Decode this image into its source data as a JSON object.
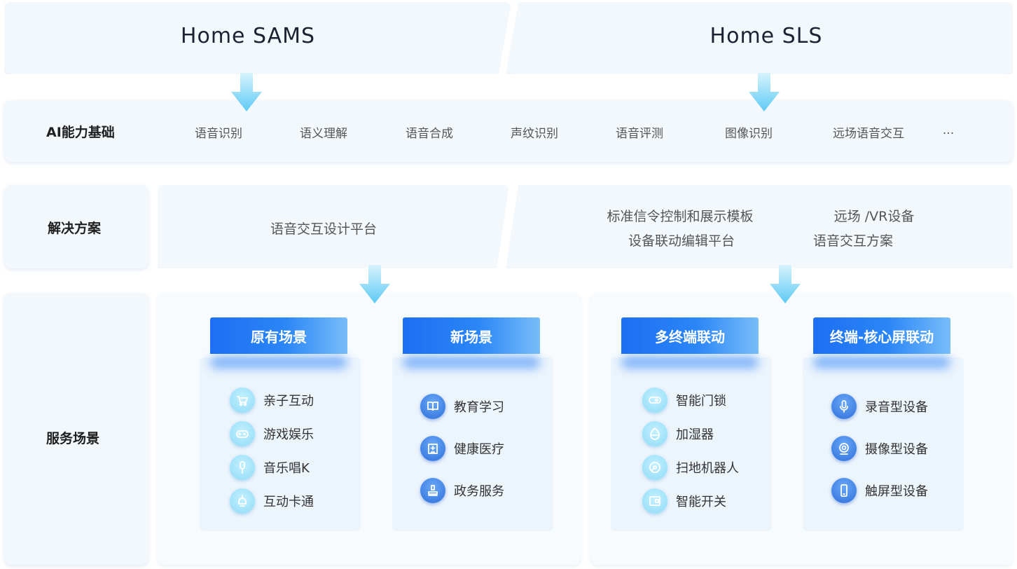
{
  "header": {
    "left_title": "Home SAMS",
    "right_title": "Home SLS"
  },
  "rows": {
    "ai_label": "AI能力基础",
    "solution_label": "解决方案",
    "service_label": "服务场景"
  },
  "ai_capabilities": [
    "语音识别",
    "语义理解",
    "语音合成",
    "声纹识别",
    "语音评测",
    "图像识别",
    "远场语音交互",
    "..."
  ],
  "solutions": {
    "left": "语音交互设计平台",
    "right": [
      "标准信令控制和展示模板",
      "远场 /VR设备",
      "设备联动编辑平台",
      "语音交互方案"
    ]
  },
  "cards": [
    {
      "title": "原有场景",
      "items": [
        {
          "label": "亲子互动",
          "icon": "stroller-icon"
        },
        {
          "label": "游戏娱乐",
          "icon": "gamepad-icon"
        },
        {
          "label": "音乐唱K",
          "icon": "microphone-icon"
        },
        {
          "label": "互动卡通",
          "icon": "cartoon-icon"
        }
      ]
    },
    {
      "title": "新场景",
      "items": [
        {
          "label": "教育学习",
          "icon": "book-icon"
        },
        {
          "label": "健康医疗",
          "icon": "hospital-icon"
        },
        {
          "label": "政务服务",
          "icon": "stamp-icon"
        }
      ]
    },
    {
      "title": "多终端联动",
      "items": [
        {
          "label": "智能门锁",
          "icon": "lock-icon"
        },
        {
          "label": "加湿器",
          "icon": "humidifier-icon"
        },
        {
          "label": "扫地机器人",
          "icon": "robot-vacuum-icon"
        },
        {
          "label": "智能开关",
          "icon": "switch-icon"
        }
      ]
    },
    {
      "title": "终端-核心屏联动",
      "items": [
        {
          "label": "录音型设备",
          "icon": "mic-icon"
        },
        {
          "label": "摄像型设备",
          "icon": "camera-icon"
        },
        {
          "label": "触屏型设备",
          "icon": "phone-icon"
        }
      ]
    }
  ],
  "colors": {
    "panel_bg": "#f3f8fd",
    "card_blue": "#1d6ff3",
    "arrow_top": "#c8effc",
    "arrow_bottom": "#5ecaf4"
  }
}
